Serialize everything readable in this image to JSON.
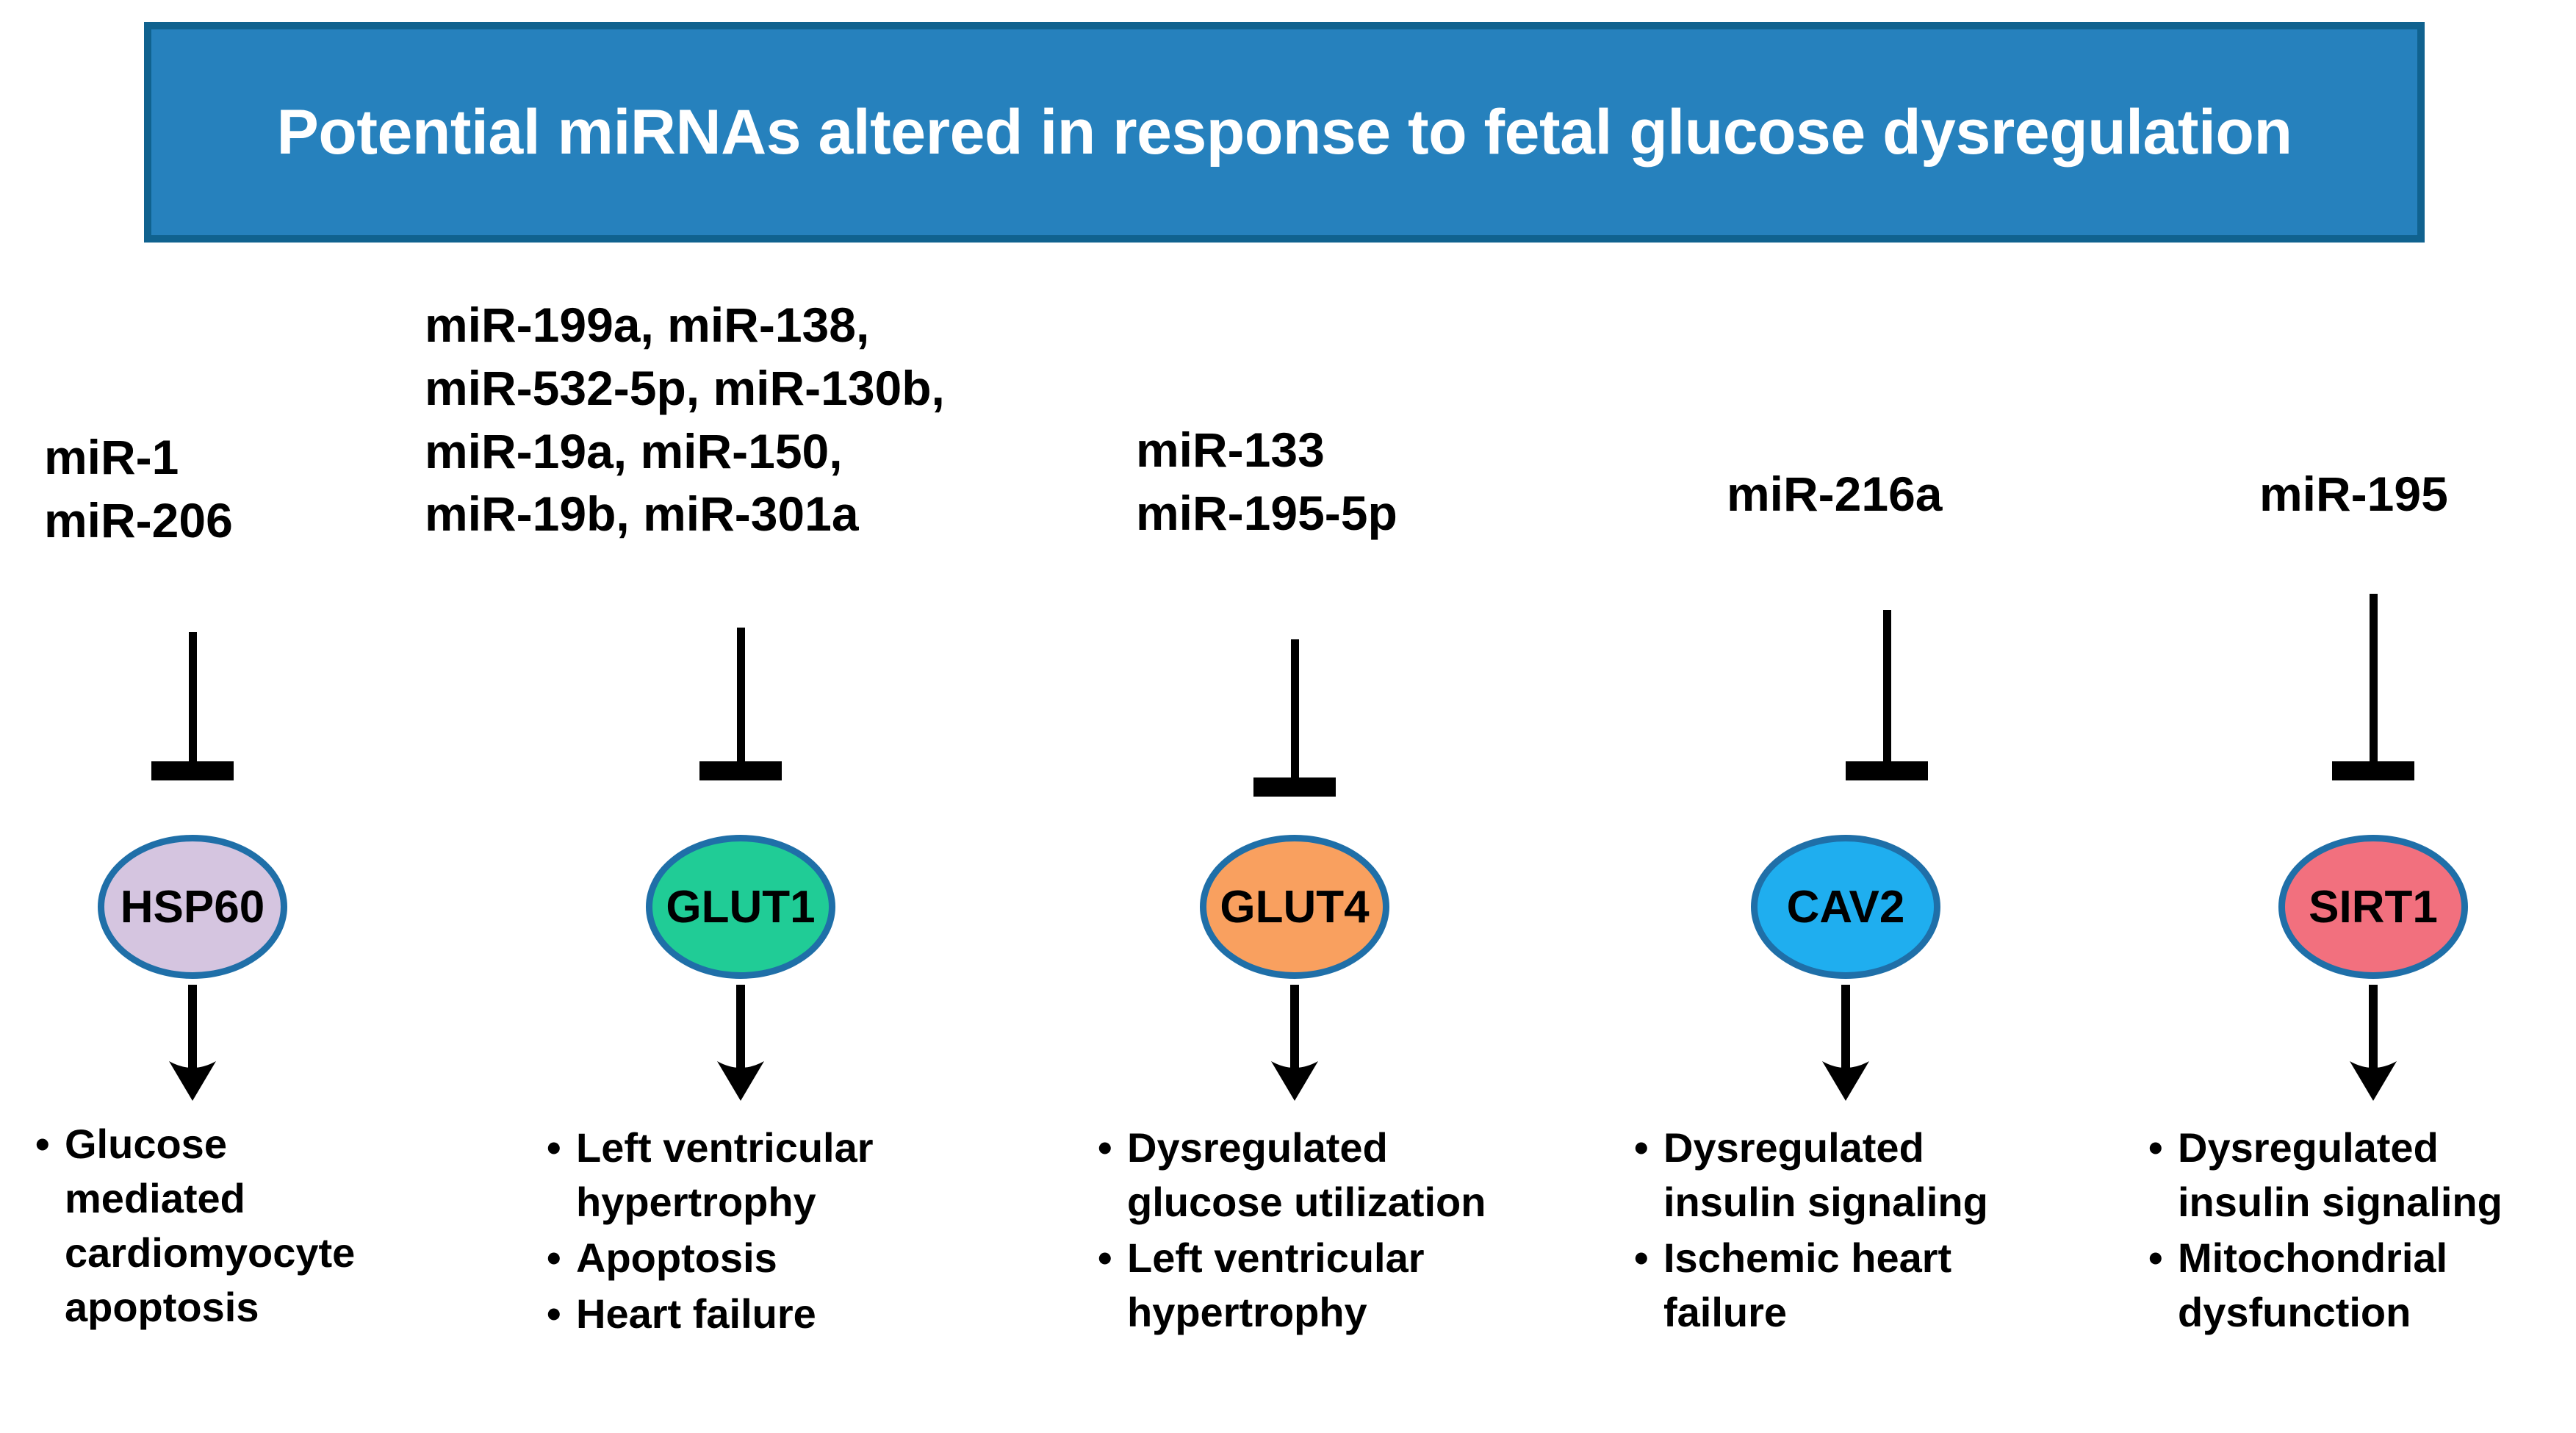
{
  "title": {
    "text": "Potential miRNAs altered in response to fetal glucose dysregulation",
    "background_color": "#2681BD",
    "border_color": "#10628F",
    "text_color": "#FFFFFF"
  },
  "node_stroke_color": "#1F6FA8",
  "columns": [
    {
      "id": "hsp60",
      "mirnas": [
        "miR-1",
        "miR-206"
      ],
      "relation": "inhibits",
      "node": {
        "label": "HSP60",
        "fill_color": "#D5C5E0"
      },
      "outcomes": [
        "Glucose mediated cardiomyocyte apoptosis"
      ]
    },
    {
      "id": "glut1",
      "mirnas": [
        "miR-199a, miR-138,",
        "miR-532-5p, miR-130b,",
        "miR-19a, miR-150,",
        "miR-19b, miR-301a"
      ],
      "relation": "inhibits",
      "node": {
        "label": "GLUT1",
        "fill_color": "#20CC96"
      },
      "outcomes": [
        "Left ventricular hypertrophy",
        "Apoptosis",
        "Heart failure"
      ]
    },
    {
      "id": "glut4",
      "mirnas": [
        "miR-133",
        "miR-195-5p"
      ],
      "relation": "inhibits",
      "node": {
        "label": "GLUT4",
        "fill_color": "#F9A05F"
      },
      "outcomes": [
        "Dysregulated glucose utilization",
        "Left ventricular hypertrophy"
      ]
    },
    {
      "id": "cav2",
      "mirnas": [
        "miR-216a"
      ],
      "relation": "inhibits",
      "node": {
        "label": "CAV2",
        "fill_color": "#1FAEEF"
      },
      "outcomes": [
        "Dysregulated insulin signaling",
        "Ischemic heart failure"
      ]
    },
    {
      "id": "sirt1",
      "mirnas": [
        "miR-195"
      ],
      "relation": "inhibits",
      "node": {
        "label": "SIRT1",
        "fill_color": "#F2707E"
      },
      "outcomes": [
        "Dysregulated insulin signaling",
        "Mitochondrial dysfunction"
      ]
    }
  ]
}
